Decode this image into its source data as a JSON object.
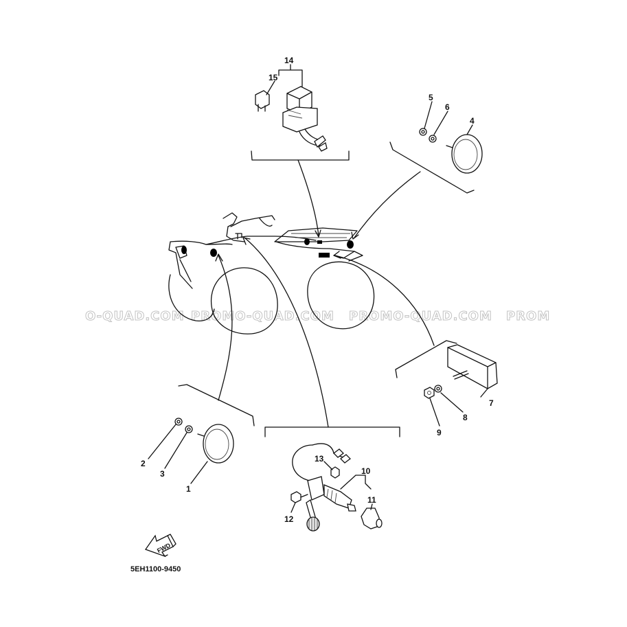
{
  "callouts": {
    "n1": "1",
    "n2": "2",
    "n3": "3",
    "n4": "4",
    "n5": "5",
    "n6": "6",
    "n7": "7",
    "n8": "8",
    "n9": "9",
    "n10": "10",
    "n11": "11",
    "n12": "12",
    "n13": "13",
    "n14": "14",
    "n15": "15"
  },
  "watermark": {
    "w1": "O-QUAD.COM",
    "w2": "PROMO-QUAD.COM",
    "w3": "PROMO-QUAD.COM",
    "w4": "PROM"
  },
  "fwd_label": "FWD",
  "diagram_code": "5EH1100-9450"
}
